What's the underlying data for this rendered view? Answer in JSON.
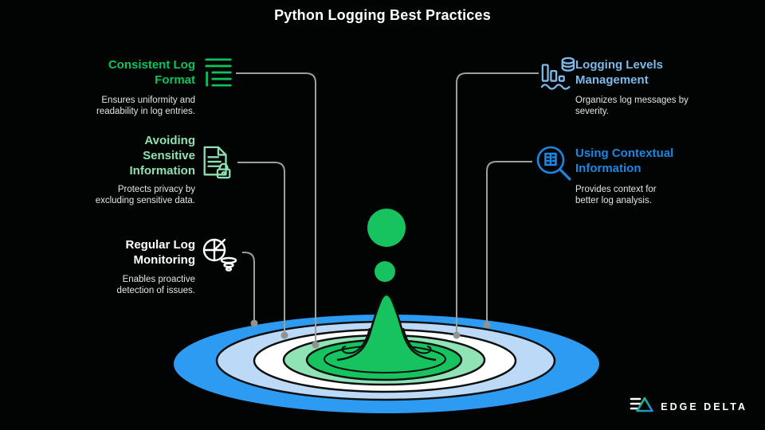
{
  "title": "Python Logging Best Practices",
  "items": {
    "left": [
      {
        "heading": "Consistent Log\nFormat",
        "desc": "Ensures uniformity and\nreadability in log entries.",
        "color": "#0cc45c",
        "icon": "log-format-icon"
      },
      {
        "heading": "Avoiding\nSensitive\nInformation",
        "desc": "Protects privacy by\nexcluding sensitive data.",
        "color": "#8fe0b2",
        "icon": "document-lock-icon"
      },
      {
        "heading": "Regular Log\nMonitoring",
        "desc": "Enables proactive\ndetection of issues.",
        "color": "#ffffff",
        "icon": "monitoring-icon"
      }
    ],
    "right": [
      {
        "heading": "Logging Levels\nManagement",
        "desc": "Organizes log messages by\nseverity.",
        "color": "#7db9ea",
        "icon": "logging-levels-icon"
      },
      {
        "heading": "Using Contextual\nInformation",
        "desc": "Provides context for\nbetter log analysis.",
        "color": "#1b87e4",
        "icon": "contextual-search-icon"
      }
    ]
  },
  "connector_color": "#9b9f9d",
  "dot_color": "#8f9492",
  "ripple": {
    "outer_blue": "#2e9bf2",
    "light_blue": "#bcd9f7",
    "white": "#ffffff",
    "light_green": "#8fe3b4",
    "green": "#17c35f",
    "outline": "#0d100e"
  },
  "droplet_color": "#17c35f",
  "logo": {
    "text": "EDGE DELTA"
  }
}
